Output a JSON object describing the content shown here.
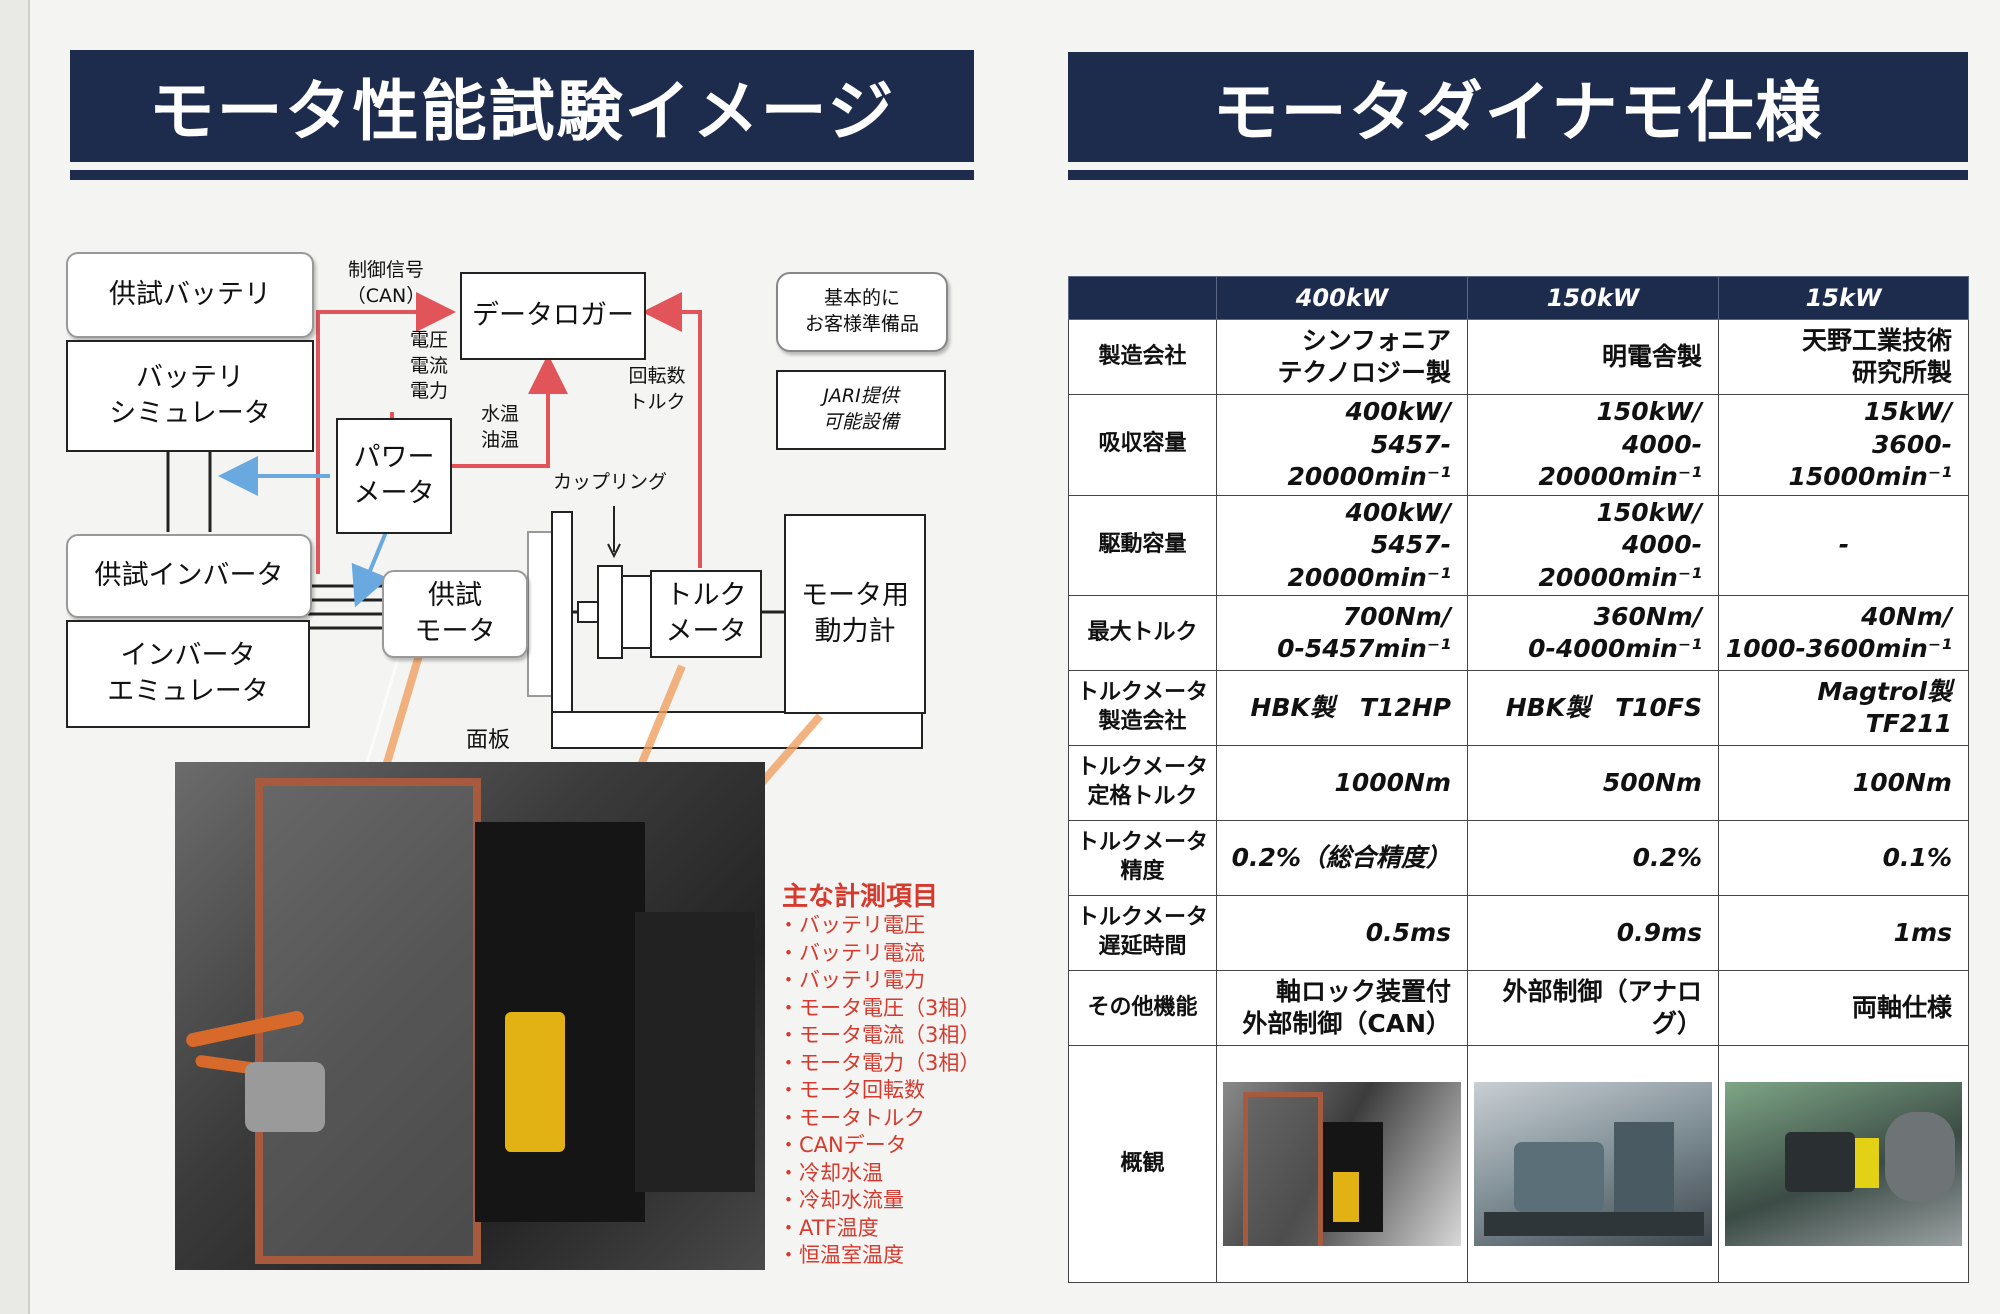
{
  "left_panel": {
    "title": "モータ性能試験イメージ",
    "diagram": {
      "battery_under_test": "供試バッテリ",
      "battery_simulator": "バッテリ\nシミュレータ",
      "power_meter": "パワー\nメータ",
      "inverter_under_test": "供試インバータ",
      "inverter_emulator": "インバータ\nエミュレータ",
      "motor_under_test": "供試\nモータ",
      "data_logger": "データロガー",
      "torque_meter": "トルク\nメータ",
      "dynamometer": "モータ用\n動力計",
      "control_signal": "制御信号\n（CAN）",
      "voltage_current_power": "電圧\n電流\n電力",
      "water_oil_temp": "水温\n油温",
      "speed_torque": "回転数\nトルク",
      "coupling": "カップリング",
      "face_plate": "面板",
      "customer_equipment": "基本的に\nお客様準備品",
      "jari_equipment": "JARI提供\n可能設備"
    },
    "measurements": {
      "title": "主な計測項目",
      "items": [
        "バッテリ電圧",
        "バッテリ電流",
        "バッテリ電力",
        "モータ電圧（3相）",
        "モータ電流（3相）",
        "モータ電力（3相）",
        "モータ回転数",
        "モータトルク",
        "CANデータ",
        "冷却水温",
        "冷却水流量",
        "ATF温度",
        "恒温室温度"
      ]
    }
  },
  "right_panel": {
    "title": "モータダイナモ仕様",
    "table": {
      "columns": [
        "400kW",
        "150kW",
        "15kW"
      ],
      "rows": [
        {
          "label": "製造会社",
          "values": [
            "シンフォニア\nテクノロジー製",
            "明電舎製",
            "天野工業技術\n研究所製"
          ]
        },
        {
          "label": "吸収容量",
          "values": [
            "400kW/\n5457-20000min⁻¹",
            "150kW/\n4000-20000min⁻¹",
            "15kW/\n3600-15000min⁻¹"
          ]
        },
        {
          "label": "駆動容量",
          "values": [
            "400kW/\n5457-20000min⁻¹",
            "150kW/\n4000-20000min⁻¹",
            "-"
          ]
        },
        {
          "label": "最大トルク",
          "values": [
            "700Nm/\n0-5457min⁻¹",
            "360Nm/\n0-4000min⁻¹",
            "40Nm/\n1000-3600min⁻¹"
          ]
        },
        {
          "label": "トルクメータ\n製造会社",
          "values": [
            "HBK製　T12HP",
            "HBK製　T10FS",
            "Magtrol製　TF211"
          ]
        },
        {
          "label": "トルクメータ\n定格トルク",
          "values": [
            "1000Nm",
            "500Nm",
            "100Nm"
          ]
        },
        {
          "label": "トルクメータ\n精度",
          "values": [
            "0.2%（総合精度）",
            "0.2%",
            "0.1%"
          ]
        },
        {
          "label": "トルクメータ\n遅延時間",
          "values": [
            "0.5ms",
            "0.9ms",
            "1ms"
          ]
        },
        {
          "label": "その他機能",
          "values": [
            "軸ロック装置付\n外部制御（CAN）",
            "外部制御（アナログ）",
            "両軸仕様"
          ]
        }
      ],
      "overview_label": "概観"
    }
  },
  "colors": {
    "banner": "#1d2b4d",
    "signal_red": "#e0545a",
    "signal_blue": "#6aa8e0",
    "photo_arrow": "#f0a060",
    "measure_red": "#d63a2e"
  }
}
